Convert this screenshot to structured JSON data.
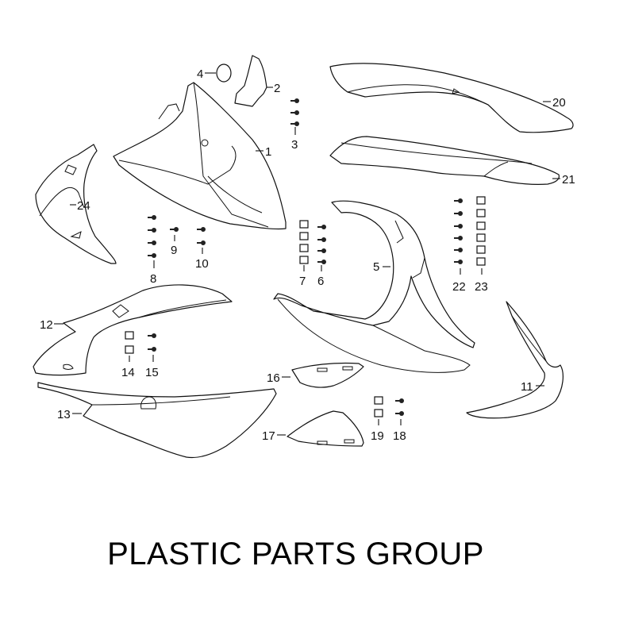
{
  "title": "PLASTIC PARTS GROUP",
  "callouts": {
    "p1": "1",
    "p2": "2",
    "p3": "3",
    "p4": "4",
    "p5": "5",
    "p6": "6",
    "p7": "7",
    "p8": "8",
    "p9": "9",
    "p10": "10",
    "p11": "11",
    "p12": "12",
    "p13": "13",
    "p14": "14",
    "p15": "15",
    "p16": "16",
    "p17": "17",
    "p18": "18",
    "p19": "19",
    "p20": "20",
    "p21": "21",
    "p22": "22",
    "p23": "23",
    "p24": "24"
  },
  "colors": {
    "line": "#111111",
    "background": "#ffffff"
  }
}
